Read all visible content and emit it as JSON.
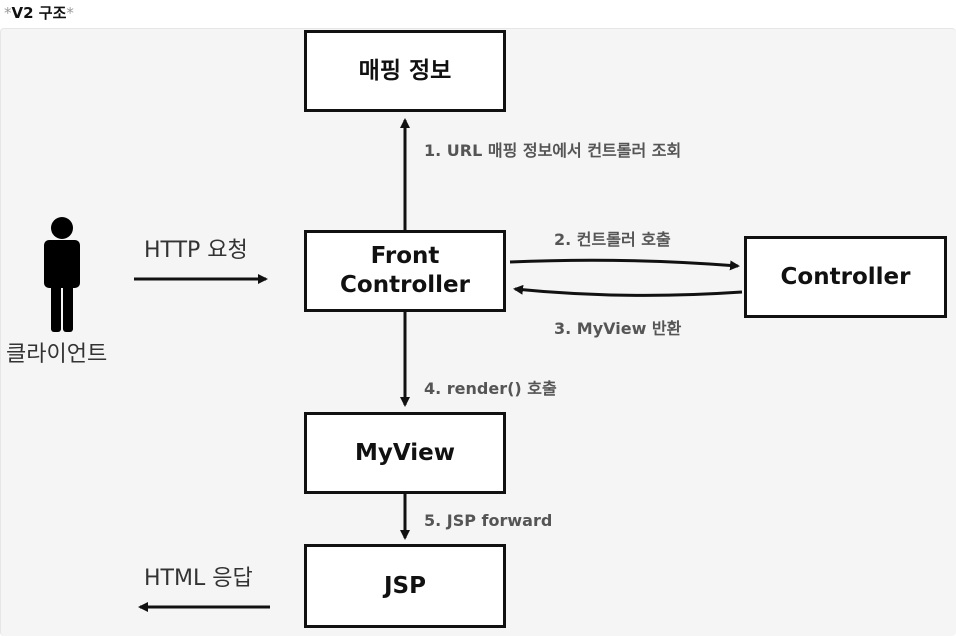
{
  "page": {
    "title_prefix": "*",
    "title_text": "V2 구조",
    "title_suffix": "*"
  },
  "diagram": {
    "nodes": {
      "mapping_info": "매핑 정보",
      "front_controller_line1": "Front",
      "front_controller_line2": "Controller",
      "controller": "Controller",
      "myview": "MyView",
      "jsp": "JSP"
    },
    "client_label": "클라이언트",
    "http_request": "HTTP 요청",
    "html_response": "HTML 응답",
    "steps": {
      "step1": "1. URL 매핑 정보에서 컨트롤러 조회",
      "step2": "2. 컨트롤러 호출",
      "step3": "3. MyView 반환",
      "step4": "4. render() 호출",
      "step5": "5. JSP forward"
    }
  },
  "colors": {
    "stroke": "#111111",
    "label": "#555555",
    "panel": "#f5f5f5"
  }
}
